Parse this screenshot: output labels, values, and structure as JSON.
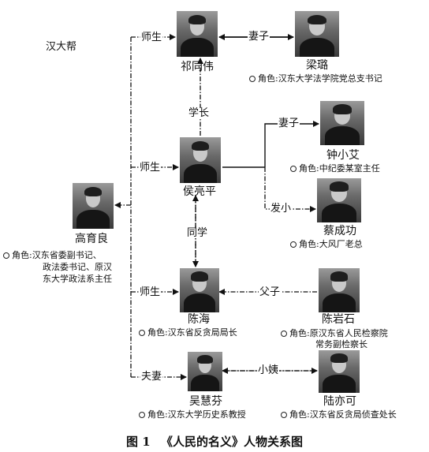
{
  "group_label": "汉大帮",
  "people": {
    "qi_tongwei": {
      "name": "祁同伟"
    },
    "liang_lu": {
      "name": "梁璐",
      "role": "角色:汉东大学法学院党总支书记"
    },
    "hou_liangping": {
      "name": "侯亮平"
    },
    "zhong_xiaoai": {
      "name": "钟小艾",
      "role": "角色:中纪委某室主任"
    },
    "cai_chenggong": {
      "name": "蔡成功",
      "role": "角色:大风厂老总"
    },
    "gao_yuliang": {
      "name": "高育良",
      "role_lines": [
        "角色:汉东省委副书记、",
        "政法委书记、原汉",
        "东大学政法系主任"
      ]
    },
    "chen_hai": {
      "name": "陈海",
      "role": "角色:汉东省反贪局局长"
    },
    "chen_yanshi": {
      "name": "陈岩石",
      "role_lines": [
        "角色:原汉东省人民检察院",
        "常务副检察长"
      ]
    },
    "wu_huifen": {
      "name": "吴慧芬",
      "role": "角色:汉东大学历史系教授"
    },
    "lu_yike": {
      "name": "陆亦可",
      "role": "角色:汉东省反贪局侦查处长"
    }
  },
  "relations": {
    "gao_qi": "师生",
    "qi_liang": "妻子",
    "hou_qi": "学长",
    "gao_hou": "师生",
    "hou_zhong": "妻子",
    "hou_cai": "发小",
    "hou_chen": "同学",
    "gao_chen": "师生",
    "yanshi_chen": "父子",
    "gao_wu": "夫妻",
    "wu_lu": "小姨"
  },
  "caption": {
    "figure": "图 1",
    "title": "《人民的名义》人物关系图"
  }
}
